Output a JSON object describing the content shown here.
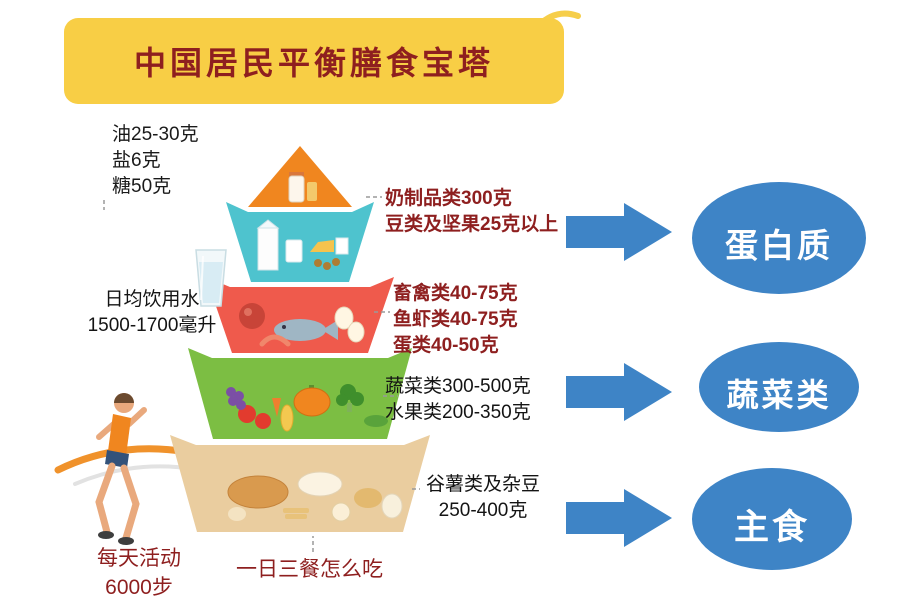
{
  "title": "中国居民平衡膳食宝塔",
  "labels": {
    "oils": {
      "lines": [
        "油25-30克",
        "盐6克",
        "糖50克"
      ]
    },
    "dairy": {
      "lines": [
        "奶制品类300克",
        "豆类及坚果25克以上"
      ]
    },
    "meat": {
      "lines": [
        "畜禽类40-75克",
        "鱼虾类40-75克",
        "蛋类40-50克"
      ]
    },
    "vegetables": {
      "lines": [
        "蔬菜类300-500克",
        "水果类200-350克"
      ]
    },
    "staples": {
      "lines": [
        "谷薯类及杂豆",
        "250-400克"
      ]
    },
    "water": {
      "lines": [
        "日均饮用水",
        "1500-1700毫升"
      ]
    },
    "activity": {
      "lines": [
        "每天活动",
        "6000步"
      ]
    },
    "meals": "一日三餐怎么吃"
  },
  "categories": [
    {
      "id": "protein",
      "label": "蛋白质"
    },
    {
      "id": "vegetables",
      "label": "蔬菜类"
    },
    {
      "id": "staple-food",
      "label": "主食"
    }
  ],
  "pyramid_tiers": [
    {
      "id": "oils-salt-sugar",
      "color": "#F0861F"
    },
    {
      "id": "dairy-beans-nuts",
      "color": "#4EC3CE"
    },
    {
      "id": "meat-fish-eggs",
      "color": "#EF5A4C"
    },
    {
      "id": "vegetables-fruits",
      "color": "#7CBE43"
    },
    {
      "id": "grains-staples",
      "color": "#EACD9F"
    }
  ],
  "colors": {
    "banner_bg": "#F8CE45",
    "banner_text": "#8E1F1F",
    "accent_blue": "#3E84C6",
    "dark_red": "#8E1F1F",
    "text_black": "#1A1A1A",
    "swoosh_orange": "#F0922B"
  }
}
